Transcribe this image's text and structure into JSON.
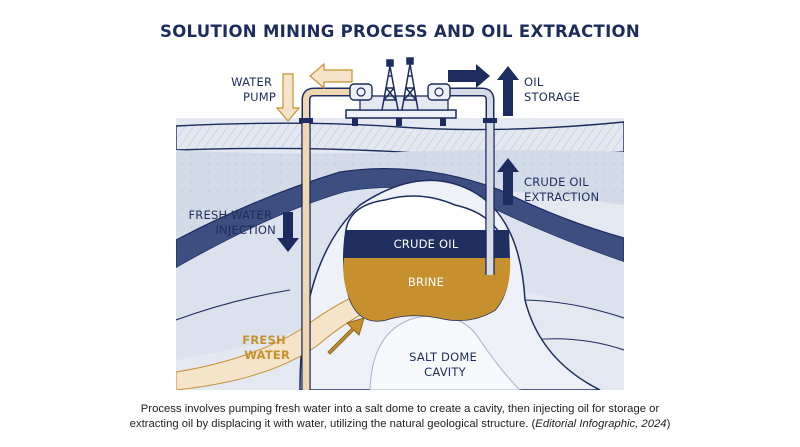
{
  "title": "SOLUTION MINING PROCESS AND OIL EXTRACTION",
  "labels": {
    "water_pump": [
      "WATER",
      "PUMP"
    ],
    "oil_storage": [
      "OIL",
      "STORAGE"
    ],
    "crude_oil_extraction": [
      "CRUDE OIL",
      "EXTRACTION"
    ],
    "fresh_water_injection": [
      "FRESH WATER",
      "INJECTION"
    ],
    "crude_oil": "CRUDE OIL",
    "brine": "BRINE",
    "fresh_water": [
      "FRESH",
      "WATER"
    ],
    "salt_dome_cavity": [
      "SALT DOME",
      "CAVITY"
    ]
  },
  "caption": {
    "text_line1": "Process involves pumping fresh water into a salt dome to create a cavity, then injecting oil for storage or",
    "text_line2": "extracting oil by displacing it with water, utilizing the natural geological structure. (",
    "source": "Editorial Infographic, 2024",
    "close": ")"
  },
  "colors": {
    "navy": "#1d2c5e",
    "crude_oil": "#1f2f60",
    "brine": "#c6902f",
    "fresh_water": "#f5e4c9",
    "rock_layer": "#d7deea",
    "salt_dome": "#eaeef6",
    "pipe_left": "#f1d7b1",
    "pipe_right": "#d6dbe6"
  },
  "icons": [
    "oil-derrick-icon",
    "pump-icon",
    "arrow-up-icon",
    "arrow-down-icon",
    "arrow-left-icon",
    "arrow-right-icon",
    "diagonal-arrow-icon"
  ]
}
